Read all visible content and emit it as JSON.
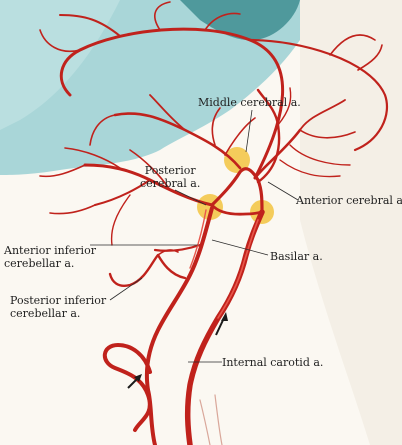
{
  "labels": {
    "middle_cerebral": "Middle cerebral a.",
    "posterior_cerebral": [
      "Posterior",
      "cerebral a."
    ],
    "anterior_cerebral": "Anterior cerebral a.",
    "anterior_inferior_cerebellar": [
      "Anterior inferior",
      "cerebellar a."
    ],
    "basilar": "Basilar a.",
    "posterior_inferior_cerebellar": [
      "Posterior inferior",
      "cerebellar a."
    ],
    "internal_carotid": "Internal  carotid a."
  },
  "colors": {
    "background": "#fbf8f2",
    "skin_teal": "#9ccfd2",
    "skin_dark": "#3f8e92",
    "artery": "#c0221c",
    "artery_highlight": "#e8574b",
    "aneurysm_yellow": "#f3c64a",
    "label_line": "#2b2b2b"
  }
}
